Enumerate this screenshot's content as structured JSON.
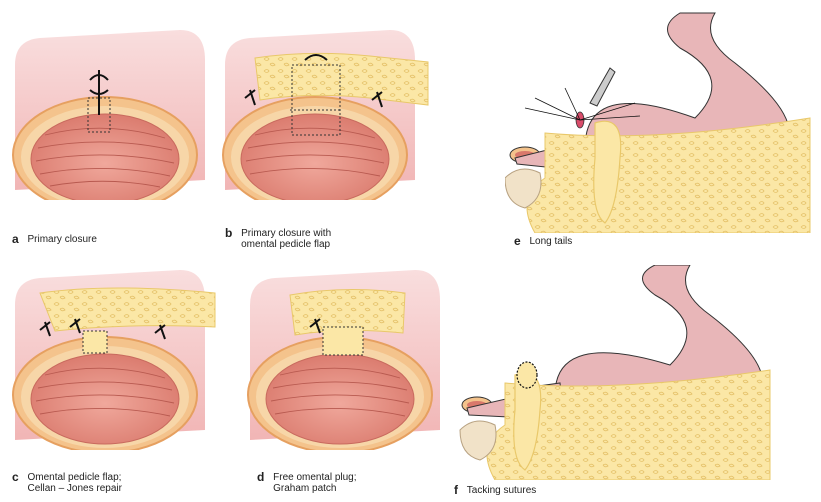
{
  "panels": {
    "a": {
      "letter": "a",
      "caption_line1": "Primary closure",
      "caption_line2": ""
    },
    "b": {
      "letter": "b",
      "caption_line1": "Primary closure with",
      "caption_line2": "omental pedicle flap"
    },
    "c": {
      "letter": "c",
      "caption_line1": "Omental pedicle flap;",
      "caption_line2": "Cellan – Jones repair"
    },
    "d": {
      "letter": "d",
      "caption_line1": "Free omental plug;",
      "caption_line2": "Graham patch"
    },
    "e": {
      "letter": "e",
      "caption_line1": "Long tails",
      "caption_line2": ""
    },
    "f": {
      "letter": "f",
      "caption_line1": "Tacking sutures",
      "caption_line2": ""
    }
  },
  "colors": {
    "mucosa_light": "#f6c9c9",
    "mucosa_dark": "#e89a90",
    "inner_lumen": "#e2847a",
    "omentum": "#fbe7a6",
    "omentum_edge": "#e9c86a",
    "stomach": "#e8b6b8",
    "stomach_edge": "#333333",
    "suture": "#111111"
  }
}
